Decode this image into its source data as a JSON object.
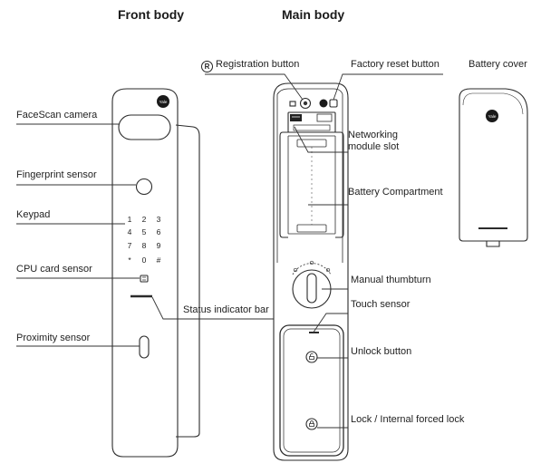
{
  "titles": {
    "front": "Front body",
    "main": "Main body"
  },
  "front_labels": {
    "facescan": "FaceScan camera",
    "fingerprint": "Fingerprint sensor",
    "keypad": "Keypad",
    "cpu_card": "CPU card sensor",
    "status_bar": "Status indicator bar",
    "proximity": "Proximity sensor"
  },
  "main_labels": {
    "registration": "Registration button",
    "registration_symbol": "R",
    "factory_reset": "Factory reset button",
    "networking_line1": "Networking",
    "networking_line2": "module slot",
    "battery_compartment": "Battery Compartment",
    "thumbturn": "Manual thumbturn",
    "touch_sensor": "Touch sensor",
    "unlock": "Unlock button",
    "lock": "Lock / Internal forced lock"
  },
  "battery_cover": {
    "label": "Battery cover"
  },
  "keypad_keys": [
    "1",
    "2",
    "3",
    "4",
    "5",
    "6",
    "7",
    "8",
    "9",
    "*",
    "0",
    "#"
  ],
  "logo_text": "Yale",
  "colors": {
    "outline": "#2b2b2b",
    "text": "#222222",
    "background": "#ffffff"
  }
}
